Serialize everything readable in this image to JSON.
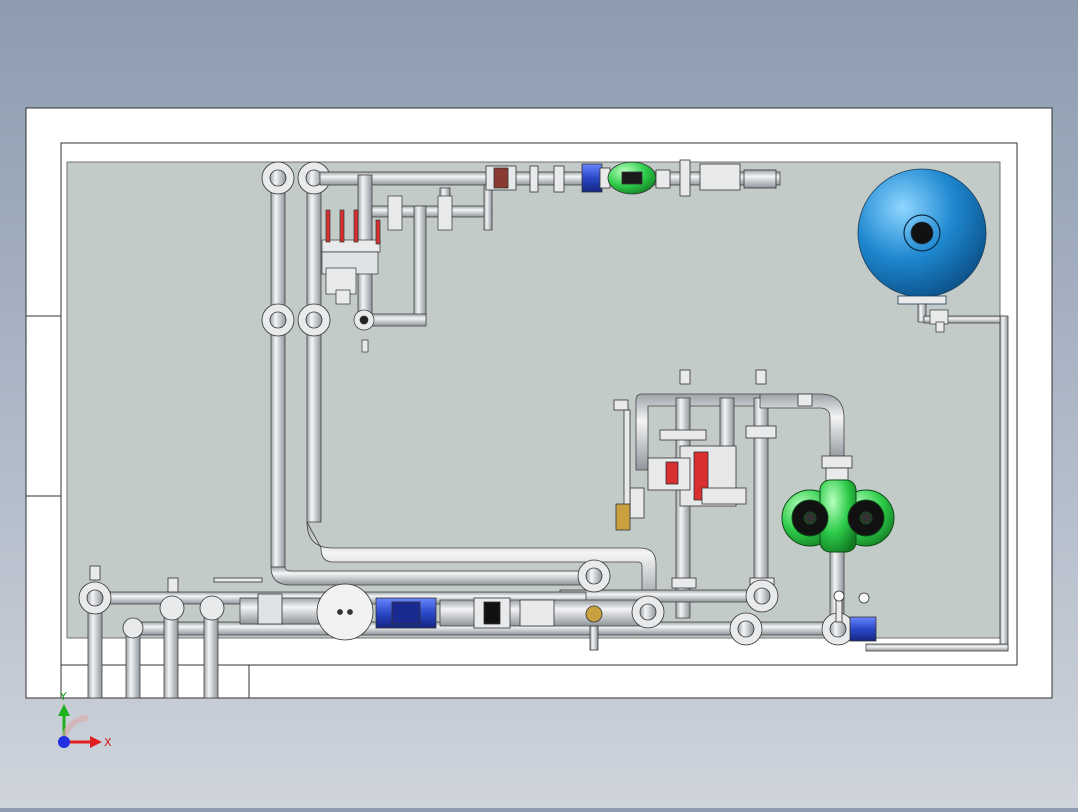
{
  "viewport": {
    "background_top": "#8d9cb0",
    "background_bottom": "#cfd4dc"
  },
  "drawing": {
    "sheet_color": "#ffffff",
    "panel_color": "#c3cbc8",
    "pipe_color": "#dfe2e4",
    "pipe_edge": "#3a3a3a",
    "valve_blue": "#2a48c8",
    "pump_green": "#2ecc4a",
    "tank_blue": "#1e88d0",
    "heater_red": "#d83030"
  },
  "components": {
    "expansion_tank": "spherical-tank",
    "pumps": "twin-pump-green",
    "flowmeter": "round-meter",
    "valves": [
      "ball-valve-blue",
      "check-valve-blue",
      "gate-valve-green"
    ]
  },
  "triad": {
    "x_label": "X",
    "y_label": "Y",
    "x_color": "#e02020",
    "y_color": "#20b020",
    "z_color": "#2030e0"
  }
}
